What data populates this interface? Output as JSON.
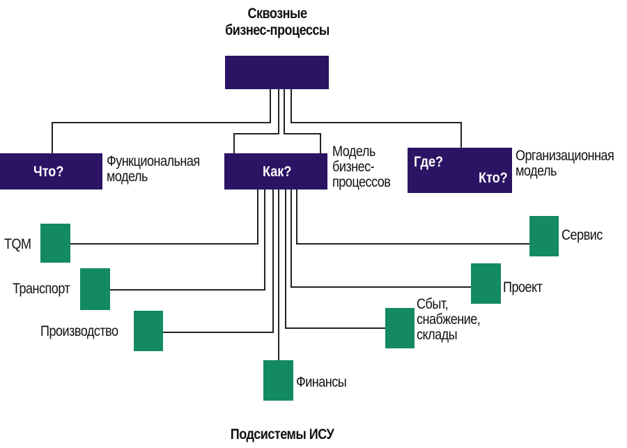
{
  "root": {
    "title": "Сквозные\nбизнес-процессы"
  },
  "dimensions": [
    {
      "id": "what",
      "box_labels": [
        "Что?"
      ],
      "caption": "Функциональная\nмодель"
    },
    {
      "id": "how",
      "box_labels": [
        "Как?"
      ],
      "caption": "Модель\nбизнес-\nпроцессов"
    },
    {
      "id": "where-who",
      "box_labels": [
        "Где?",
        "Кто?"
      ],
      "caption": "Организационная\nмодель"
    }
  ],
  "subsystems": [
    {
      "id": "tqm",
      "label": "TQM"
    },
    {
      "id": "transport",
      "label": "Транспорт"
    },
    {
      "id": "production",
      "label": "Производство"
    },
    {
      "id": "finance",
      "label": "Финансы"
    },
    {
      "id": "sales",
      "label": "Сбыт,\nснабжение,\nсклады"
    },
    {
      "id": "project",
      "label": "Проект"
    },
    {
      "id": "service",
      "label": "Сервис"
    }
  ],
  "footer": {
    "title": "Подсистемы ИСУ"
  },
  "colors": {
    "dark_box": "#2b1463",
    "green_box": "#138a64",
    "line": "#222222"
  }
}
